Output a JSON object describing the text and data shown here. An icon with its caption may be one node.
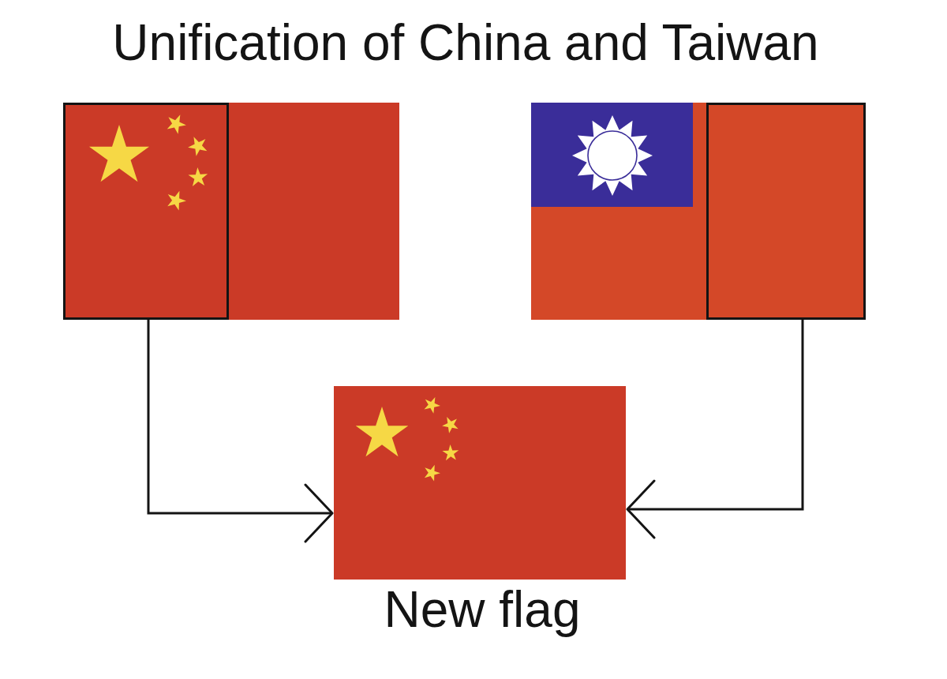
{
  "diagram": {
    "title": "Unification of China and Taiwan",
    "nodes": [
      {
        "text": [],
        "shape": "picture"
      },
      {
        "text": [],
        "shape": "box",
        "in": 0
      },
      {
        "text": [],
        "shape": "picture"
      },
      {
        "text": [],
        "shape": "box",
        "in": 2
      },
      {
        "text": [],
        "shape": "picture",
        "beside": [
          "New flag"
        ]
      }
    ],
    "edges": [
      {
        "from": 1,
        "to": 4,
        "arrow": "to"
      },
      {
        "from": 3,
        "to": 4,
        "arrow": "to"
      }
    ]
  }
}
